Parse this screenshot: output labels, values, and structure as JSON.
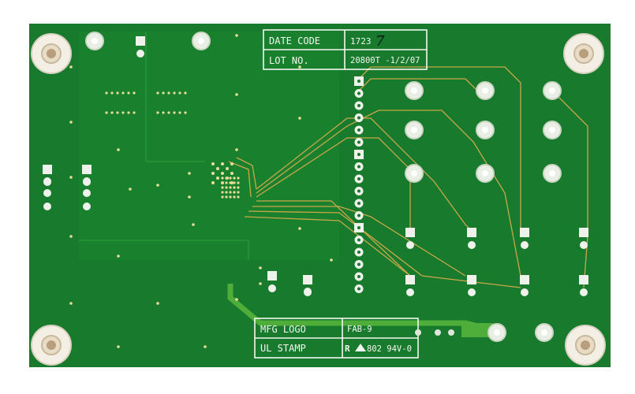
{
  "silkscreen": {
    "date_code_label": "DATE CODE",
    "lot_no_label": "LOT NO.",
    "date_code_value": "1723",
    "lot_no_value": "20800T -1/2/07",
    "handwritten_mark": "7",
    "mfg_logo_label": "MFG LOGO",
    "ul_stamp_label": "UL STAMP",
    "fab_value": "FAB-9",
    "ul_value": "802 94V-0"
  },
  "colors": {
    "board": "#177a2c",
    "trace": "#c9a84a",
    "silkscreen": "#f4f7f0"
  }
}
